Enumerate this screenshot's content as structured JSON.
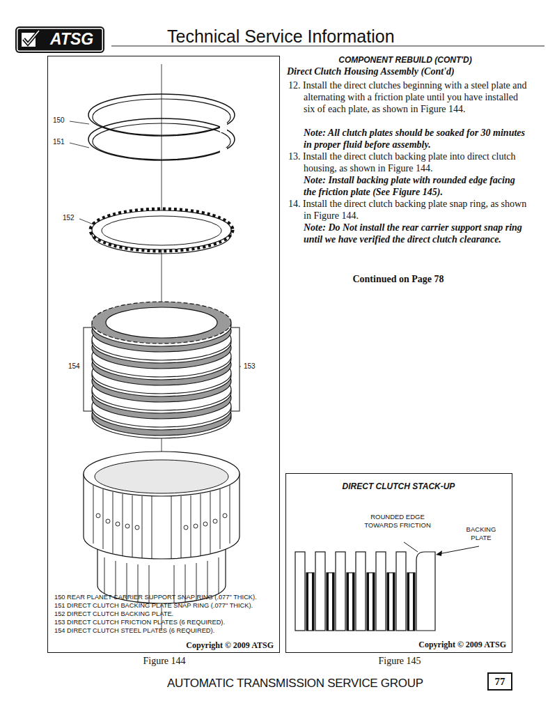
{
  "diagram": {
    "title": "Technical Service Information",
    "nodes": [
      {
        "text": [
          "150 REAR PLANET CARRIER SUPPORT SNAP RING (.077\" THICK).",
          "151 DIRECT CLUTCH BACKING PLATE SNAP RING (.077\" THICK).",
          "152 DIRECT CLUTCH BACKING PLATE.",
          "153 DIRECT CLUTCH FRICTION PLATES (6 REQUIRED).",
          "154 DIRECT CLUTCH STEEL PLATES (6 REQUIRED).",
          "Copyright © 2009 ATSG",
          "Figure 144"
        ]
      },
      {
        "text": [
          "DIRECT CLUTCH STACK-UP",
          "ROUNDED EDGE TOWARDS FRICTION",
          "BACKING PLATE",
          "Copyright © 2009 ATSG",
          "Figure 145"
        ]
      },
      {
        "text": [
          "77"
        ]
      },
      {
        "text": [
          "ATSG"
        ]
      }
    ],
    "labels": [
      "COMPONENT REBUILD (CONT'D)",
      "Direct Clutch Housing Assembly (Cont'd)",
      "12. Install the direct clutches beginning with a steel plate and alternating with a friction plate until you have installed six of each plate, as shown in Figure 144.",
      "Note: All clutch plates should be soaked for 30 minutes in proper fluid before assembly.",
      "13. Install the direct clutch backing plate into direct clutch housing, as shown in Figure 144.",
      "Note: Install backing plate with rounded edge facing the friction plate (See Figure 145).",
      "14. Install the direct clutch backing plate snap ring, as shown in Figure 144.",
      "Note: Do Not install the rear carrier support snap ring until we have verified the direct clutch clearance.",
      "Continued on Page 78",
      "150",
      "151",
      "152",
      "154",
      "153",
      "AUTOMATIC TRANSMISSION SERVICE GROUP"
    ]
  }
}
